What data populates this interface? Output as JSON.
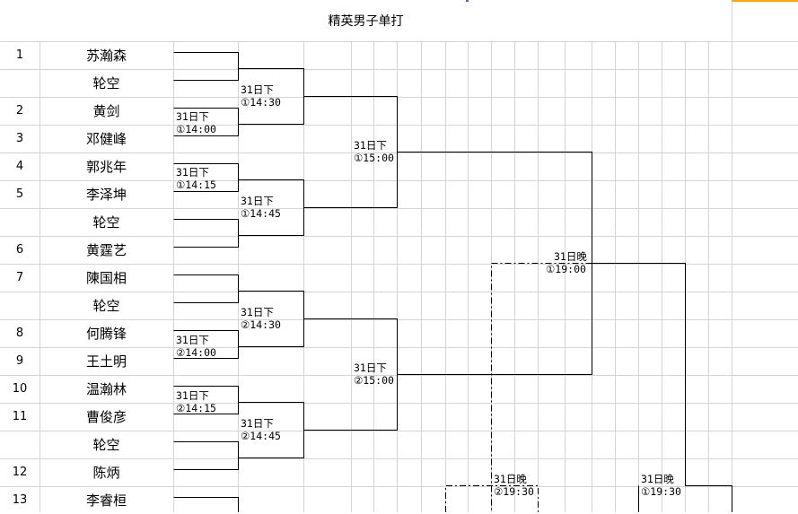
{
  "title": "精英男子单打",
  "players": [
    {
      "seed": "1",
      "name": "苏瀚森"
    },
    {
      "seed": "",
      "name": "轮空"
    },
    {
      "seed": "2",
      "name": "黄剑"
    },
    {
      "seed": "3",
      "name": "邓健峰"
    },
    {
      "seed": "4",
      "name": "郭兆年"
    },
    {
      "seed": "5",
      "name": "李泽坤"
    },
    {
      "seed": "",
      "name": "轮空"
    },
    {
      "seed": "6",
      "name": "黄霆艺"
    },
    {
      "seed": "7",
      "name": "陳国相"
    },
    {
      "seed": "",
      "name": "轮空"
    },
    {
      "seed": "8",
      "name": "何腾锋"
    },
    {
      "seed": "9",
      "name": "王土明"
    },
    {
      "seed": "10",
      "name": "温瀚林"
    },
    {
      "seed": "11",
      "name": "曹俊彦"
    },
    {
      "seed": "",
      "name": "轮空"
    },
    {
      "seed": "12",
      "name": "陈炳"
    },
    {
      "seed": "13",
      "name": "李睿桓"
    }
  ],
  "matches": [
    {
      "day": "31日下",
      "time": "①14:00"
    },
    {
      "day": "31日下",
      "time": "①14:30"
    },
    {
      "day": "31日下",
      "time": "①14:15"
    },
    {
      "day": "31日下",
      "time": "①14:45"
    },
    {
      "day": "31日下",
      "time": "①15:00"
    },
    {
      "day": "31日下",
      "time": "②14:00"
    },
    {
      "day": "31日下",
      "time": "②14:30"
    },
    {
      "day": "31日下",
      "time": "②14:15"
    },
    {
      "day": "31日下",
      "time": "②14:45"
    },
    {
      "day": "31日下",
      "time": "②15:00"
    },
    {
      "day": "31日晚",
      "time": "①19:00"
    },
    {
      "day": "31日晚",
      "time": "②19:30"
    },
    {
      "day": "31日晚",
      "time": "①19:30"
    }
  ]
}
